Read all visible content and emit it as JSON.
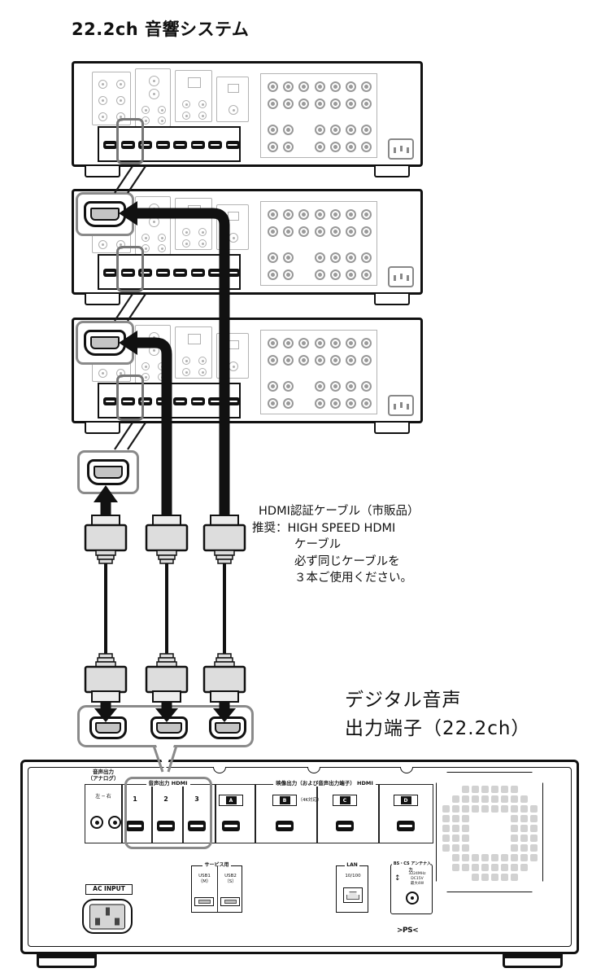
{
  "title": "22.2ch 音響システム",
  "cable_note": {
    "line1": "HDMI認証ケーブル（市販品）",
    "prefix": "推奨：",
    "line2": "HIGH SPEED HDMI",
    "line3": "ケーブル",
    "line4": "必ず同じケーブルを",
    "line5": "３本ご使用ください。"
  },
  "output_terminal": {
    "line1": "デジタル音声",
    "line2": "出力端子（22.2ch）"
  },
  "tuner": {
    "analog": {
      "label1": "音声出力",
      "label2": "（アナログ）",
      "lr": "左 ─ 右"
    },
    "hdmi_audio": {
      "label": "音声出力 HDMI",
      "port1": "1",
      "port2": "2",
      "port3": "3"
    },
    "video": {
      "label": "映像出力（および音声出力端子） HDMI",
      "portA": "A",
      "portB": "B",
      "portC": "C",
      "portD": "D",
      "b_note": "（4K対応）"
    },
    "service": {
      "label": "サービス用",
      "usb1": "USB1",
      "usb1_sub": "（M）",
      "usb2": "USB2",
      "usb2_sub": "（S）"
    },
    "lan": {
      "label": "LAN",
      "speed": "10/100"
    },
    "antenna": {
      "label": "BS・CS アンテナ入力",
      "note1": "3224MHz",
      "note2": "DC15V",
      "note3": "最大4W"
    },
    "power": {
      "label": "AC INPUT"
    },
    "mark": ">PS<"
  },
  "colors": {
    "accent_gray": "#8a8a8a",
    "line_black": "#111111",
    "plug_gray": "#dddddd"
  }
}
